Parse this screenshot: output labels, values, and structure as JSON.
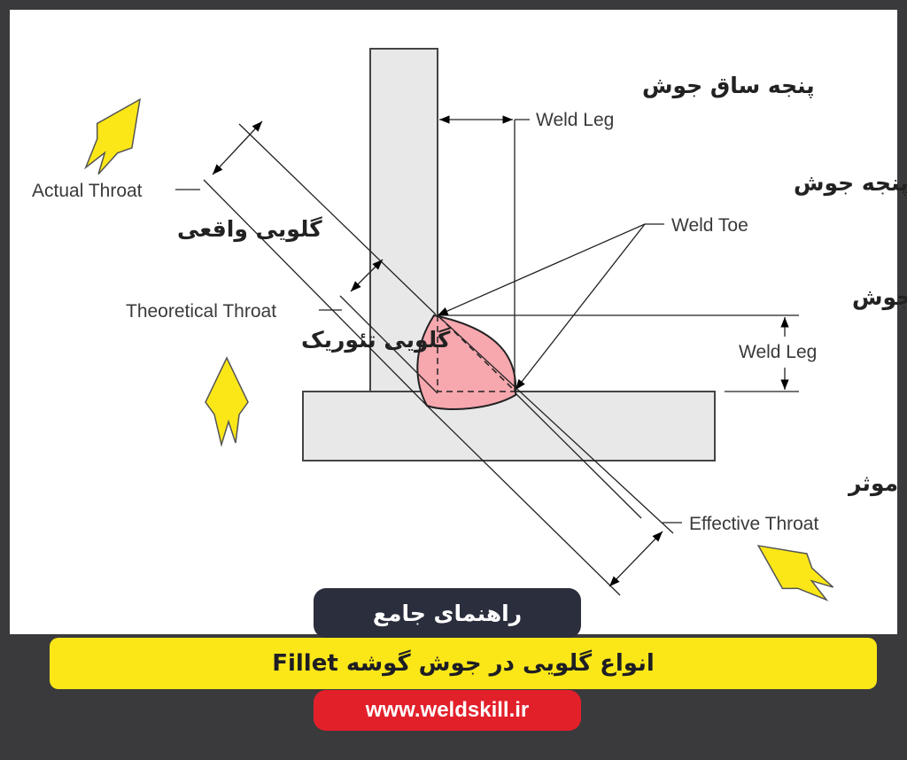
{
  "labels": {
    "weld_leg_top_fa": "پنجه ساق جوش",
    "weld_leg_top_en": "Weld Leg",
    "weld_toe_fa": "پنجه جوش",
    "weld_toe_en": "Weld Toe",
    "weld_leg_right_fa": "ساق جوش",
    "weld_leg_right_en": "Weld Leg",
    "actual_throat_en": "Actual Throat",
    "actual_throat_fa": "گلویی واقعی",
    "theoretical_throat_en": "Theoretical Throat",
    "theoretical_throat_fa": "گلویی تئوریک",
    "effective_throat_fa": "گلویی موثر",
    "effective_throat_en": "Effective Throat"
  },
  "footer": {
    "guide_badge": "راهنمای جامع",
    "title": "انواع گلویی در جوش گوشه Fillet",
    "url": "www.weldskill.ir"
  },
  "colors": {
    "background": "#3a3a3c",
    "weld_fill": "#f7a7ae",
    "plate_fill": "#e8e8e8",
    "arrow_yellow": "#fbe718",
    "title_bar": "#fbe718",
    "guide_badge": "#2b2e3d",
    "url_badge": "#e2202a"
  }
}
